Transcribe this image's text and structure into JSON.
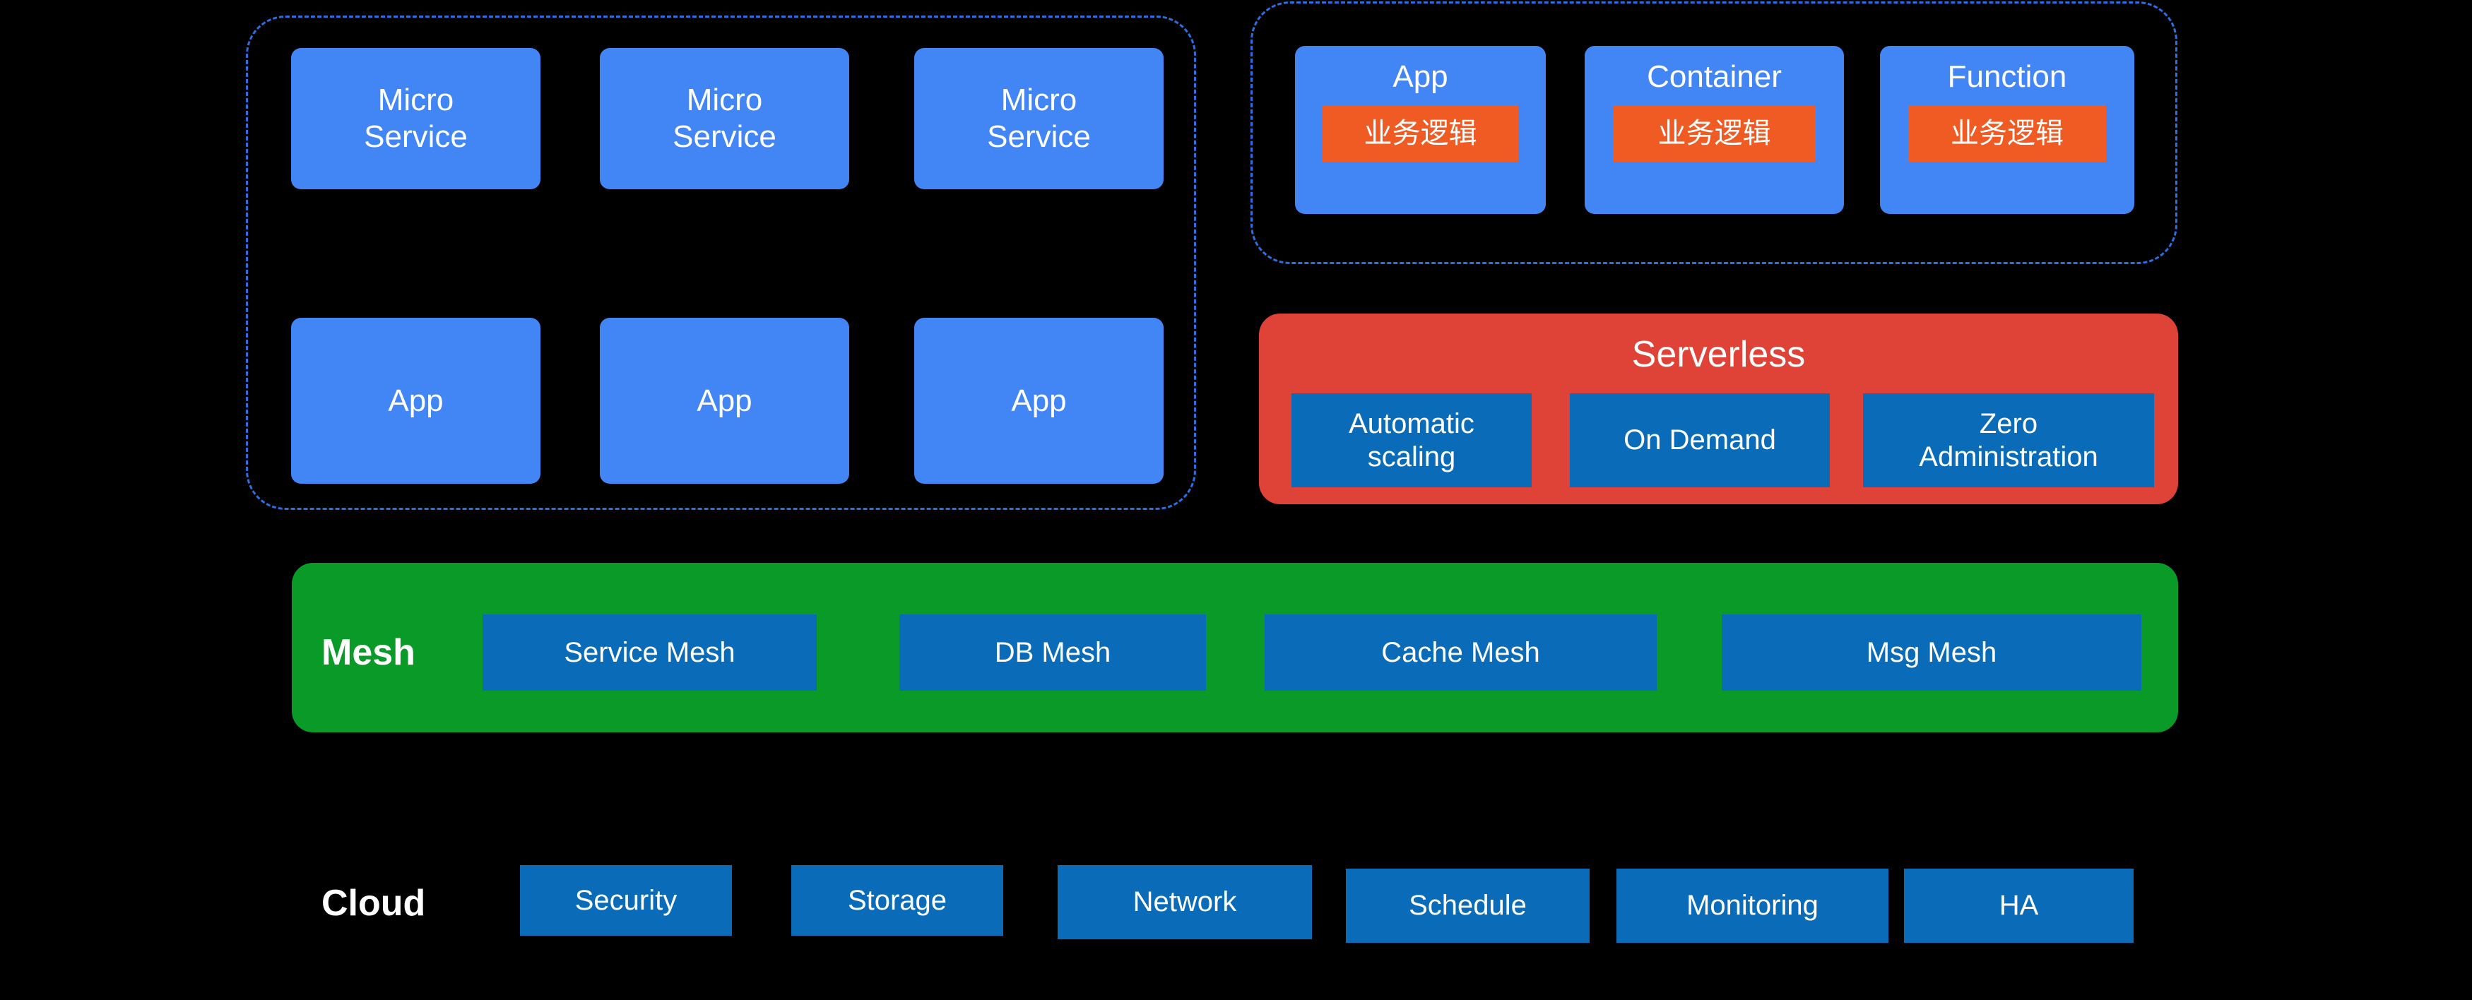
{
  "diagram": {
    "background_color": "#000000",
    "palette": {
      "card_blue": "#4285F4",
      "chip_blue": "#0A6CB8",
      "logic_orange": "#F05A23",
      "serverless_red": "#DF4237",
      "mesh_green": "#0A9A28",
      "dashed_outline_blue": "#2C6FE4",
      "text_white": "#FFFFFF"
    },
    "groups": {
      "workloads_group": {
        "name": "microservice-app-group",
        "cards_row1": [
          {
            "title": "Micro\nService"
          },
          {
            "title": "Micro\nService"
          },
          {
            "title": "Micro\nService"
          }
        ],
        "cards_row2": [
          {
            "title": "App"
          },
          {
            "title": "App"
          },
          {
            "title": "App"
          }
        ]
      },
      "runtime_group": {
        "name": "app-container-function-group",
        "cards": [
          {
            "title": "App",
            "logic_label": "业务逻辑"
          },
          {
            "title": "Container",
            "logic_label": "业务逻辑"
          },
          {
            "title": "Function",
            "logic_label": "业务逻辑"
          }
        ]
      }
    },
    "serverless_panel": {
      "heading": "Serverless",
      "features": [
        {
          "label": "Automatic\nscaling"
        },
        {
          "label": "On Demand"
        },
        {
          "label": "Zero\nAdministration"
        }
      ]
    },
    "mesh_row": {
      "label": "Mesh",
      "items": [
        {
          "label": "Service Mesh"
        },
        {
          "label": "DB Mesh"
        },
        {
          "label": "Cache Mesh"
        },
        {
          "label": "Msg Mesh"
        }
      ]
    },
    "cloud_row": {
      "label": "Cloud",
      "items": [
        {
          "label": "Security"
        },
        {
          "label": "Storage"
        },
        {
          "label": "Network"
        },
        {
          "label": "Schedule"
        },
        {
          "label": "Monitoring"
        },
        {
          "label": "HA"
        }
      ]
    }
  }
}
